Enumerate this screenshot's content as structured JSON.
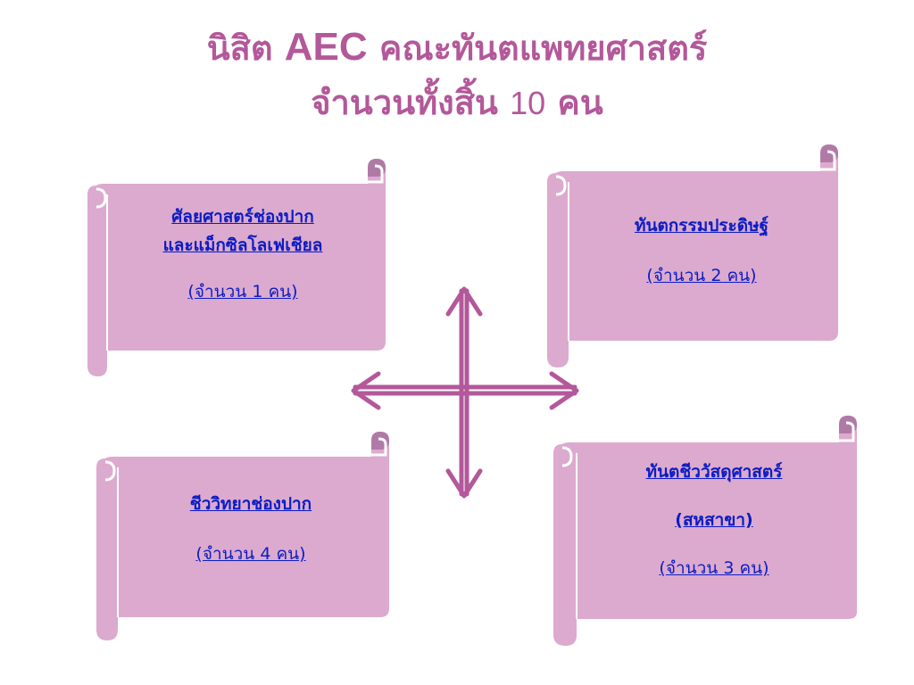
{
  "title": {
    "line1_prefix": "นิสิต",
    "line1_aec": "AEC",
    "line1_suffix": "คณะทันตแพทยศาสตร์",
    "line2_prefix": "จำนวนทั้งสิ้น",
    "line2_number": "10",
    "line2_unit": "คน"
  },
  "colors": {
    "title": "#b3589a",
    "scroll_fill": "#dcaace",
    "scroll_edge": "#ffffff",
    "scroll_curl": "#b07aa6",
    "link_text": "#0b1cc4",
    "arrow": "#b3589a"
  },
  "departments": [
    {
      "name_line1": "ศัลยศาสตร์ช่องปาก",
      "name_line2": "และแม็กซิลโลเฟเชียล",
      "count_text": "(จำนวน 1 คน)"
    },
    {
      "name_line1": "ทันตกรรมประดิษฐ์",
      "count_text": "(จำนวน 2 คน)"
    },
    {
      "name_line1": "ชีววิทยาช่องปาก",
      "count_text": "(จำนวน 4 คน)"
    },
    {
      "name_line1": "ทันตชีววัสดุศาสตร์",
      "name_line2": "(สหสาขา)",
      "count_text": "(จำนวน 3 คน)"
    }
  ]
}
